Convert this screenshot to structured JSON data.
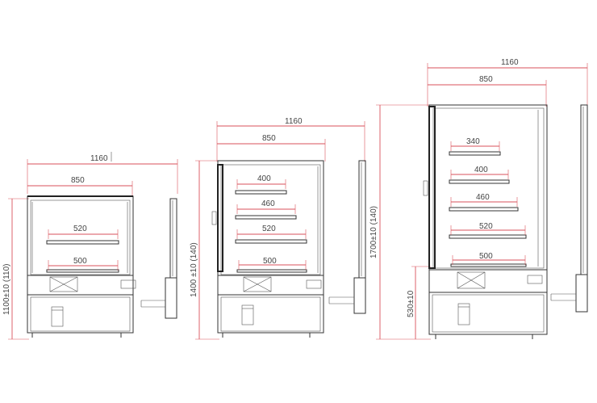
{
  "colors": {
    "dimension": "#d9525b",
    "outline": "#333333",
    "text": "#444444"
  },
  "units": [
    {
      "id": "small",
      "width_total": "1160",
      "width_inner": "850",
      "height_total": "1100±10 (110)",
      "shelf_labels": [
        "520",
        "500"
      ]
    },
    {
      "id": "medium",
      "width_total": "1160",
      "width_inner": "850",
      "height_total": "1400 ±10 (140)",
      "shelf_labels": [
        "400",
        "460",
        "520",
        "500"
      ]
    },
    {
      "id": "large",
      "width_total": "1160",
      "width_inner": "850",
      "height_total": "1700±10 (140)",
      "base_height": "530±10",
      "shelf_labels": [
        "340",
        "400",
        "460",
        "520",
        "500"
      ]
    }
  ]
}
